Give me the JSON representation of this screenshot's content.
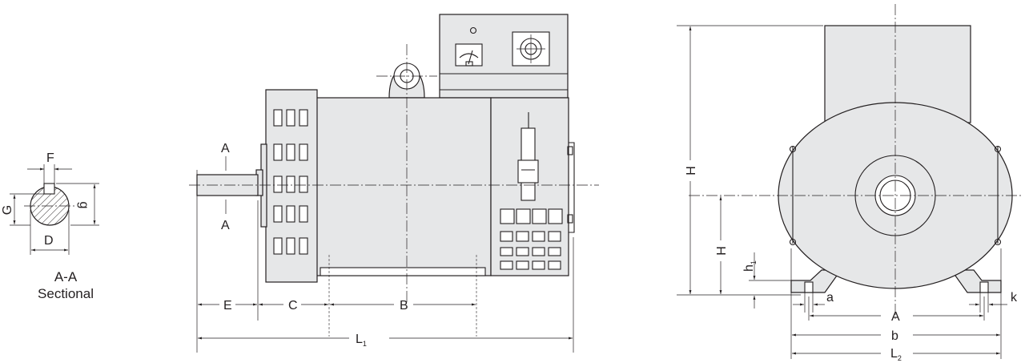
{
  "section": {
    "title": "A-A",
    "subtitle": "Sectional",
    "label_F": "F",
    "label_G": "G",
    "label_g": "g",
    "label_D": "D"
  },
  "side_view": {
    "cut_label_top": "A",
    "cut_label_bottom": "A",
    "label_E": "E",
    "label_C": "C",
    "label_B": "B",
    "label_L1": "L",
    "label_L1_sub": "1"
  },
  "front_view": {
    "label_H_total": "H",
    "label_H_axis": "H",
    "label_h1": "h",
    "label_h1_sub": "1",
    "label_a": "a",
    "label_k": "k",
    "label_A": "A",
    "label_b": "b",
    "label_L2": "L",
    "label_L2_sub": "2"
  },
  "colors": {
    "line": "#231f20",
    "body_fill": "#e6e7e8",
    "background": "#ffffff"
  }
}
